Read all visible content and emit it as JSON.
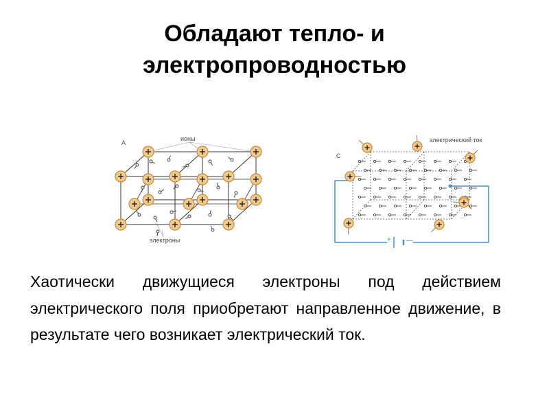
{
  "slide": {
    "title_line1": "Обладают тепло- и",
    "title_line2": "электропроводностью",
    "body": "Хаотически движущиеся электроны под действием электрического поля приобретают направленное движение, в результате чего возникает электрический ток."
  },
  "figure_a": {
    "letter": "A",
    "label_ions": "ионы",
    "label_electrons": "электроны"
  },
  "figure_c": {
    "letter": "C",
    "label_current": "электрический ток",
    "plus_sign": "+",
    "minus_sign": "—"
  },
  "colors": {
    "ion_fill": "#f2c98d",
    "ion_stroke": "#c58a3c",
    "lattice": "#333333",
    "circuit": "#4a90c8"
  }
}
